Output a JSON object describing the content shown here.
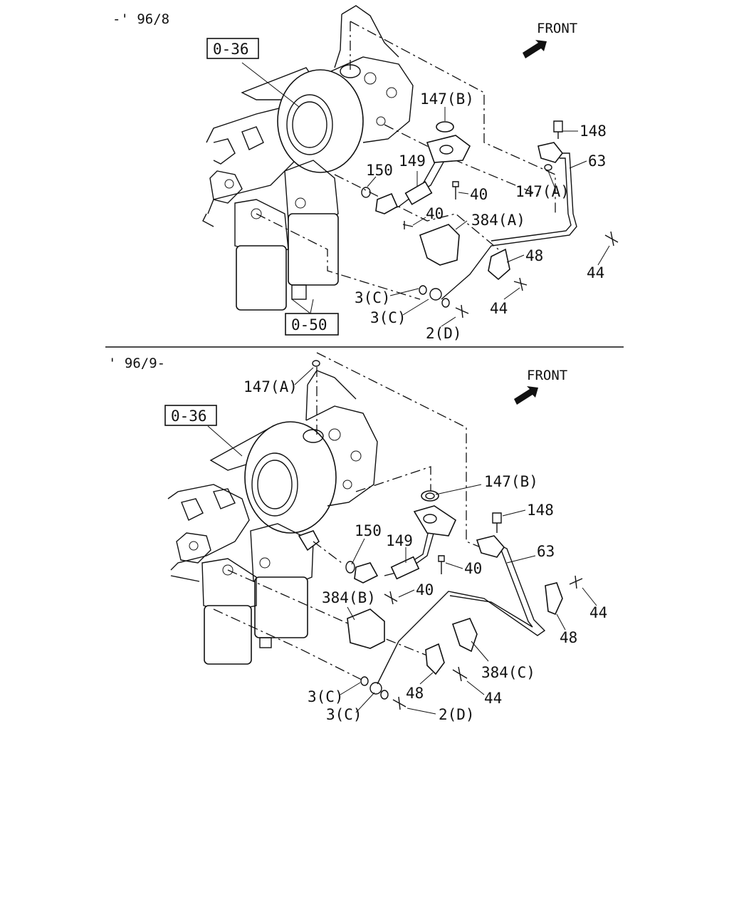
{
  "top": {
    "period": "-' 96/8",
    "front": "FRONT",
    "refs": [
      "0-36",
      "0-50"
    ],
    "labels": {
      "p147b": "147(B)",
      "p148": "148",
      "p63": "63",
      "p150": "150",
      "p149": "149",
      "p147a": "147(A)",
      "p40a": "40",
      "p40b": "40",
      "p384a": "384(A)",
      "p48": "48",
      "p44a": "44",
      "p44b": "44",
      "p3c1": "3(C)",
      "p3c2": "3(C)",
      "p2d": "2(D)"
    }
  },
  "bottom": {
    "period": "' 96/9-",
    "front": "FRONT",
    "refs": [
      "0-36"
    ],
    "labels": {
      "p147a": "147(A)",
      "p147b": "147(B)",
      "p148": "148",
      "p63": "63",
      "p150": "150",
      "p149": "149",
      "p40a": "40",
      "p40b": "40",
      "p384b": "384(B)",
      "p44a": "44",
      "p44b": "44",
      "p48a": "48",
      "p48b": "48",
      "p384c": "384(C)",
      "p3c1": "3(C)",
      "p3c2": "3(C)",
      "p2d": "2(D)"
    }
  }
}
